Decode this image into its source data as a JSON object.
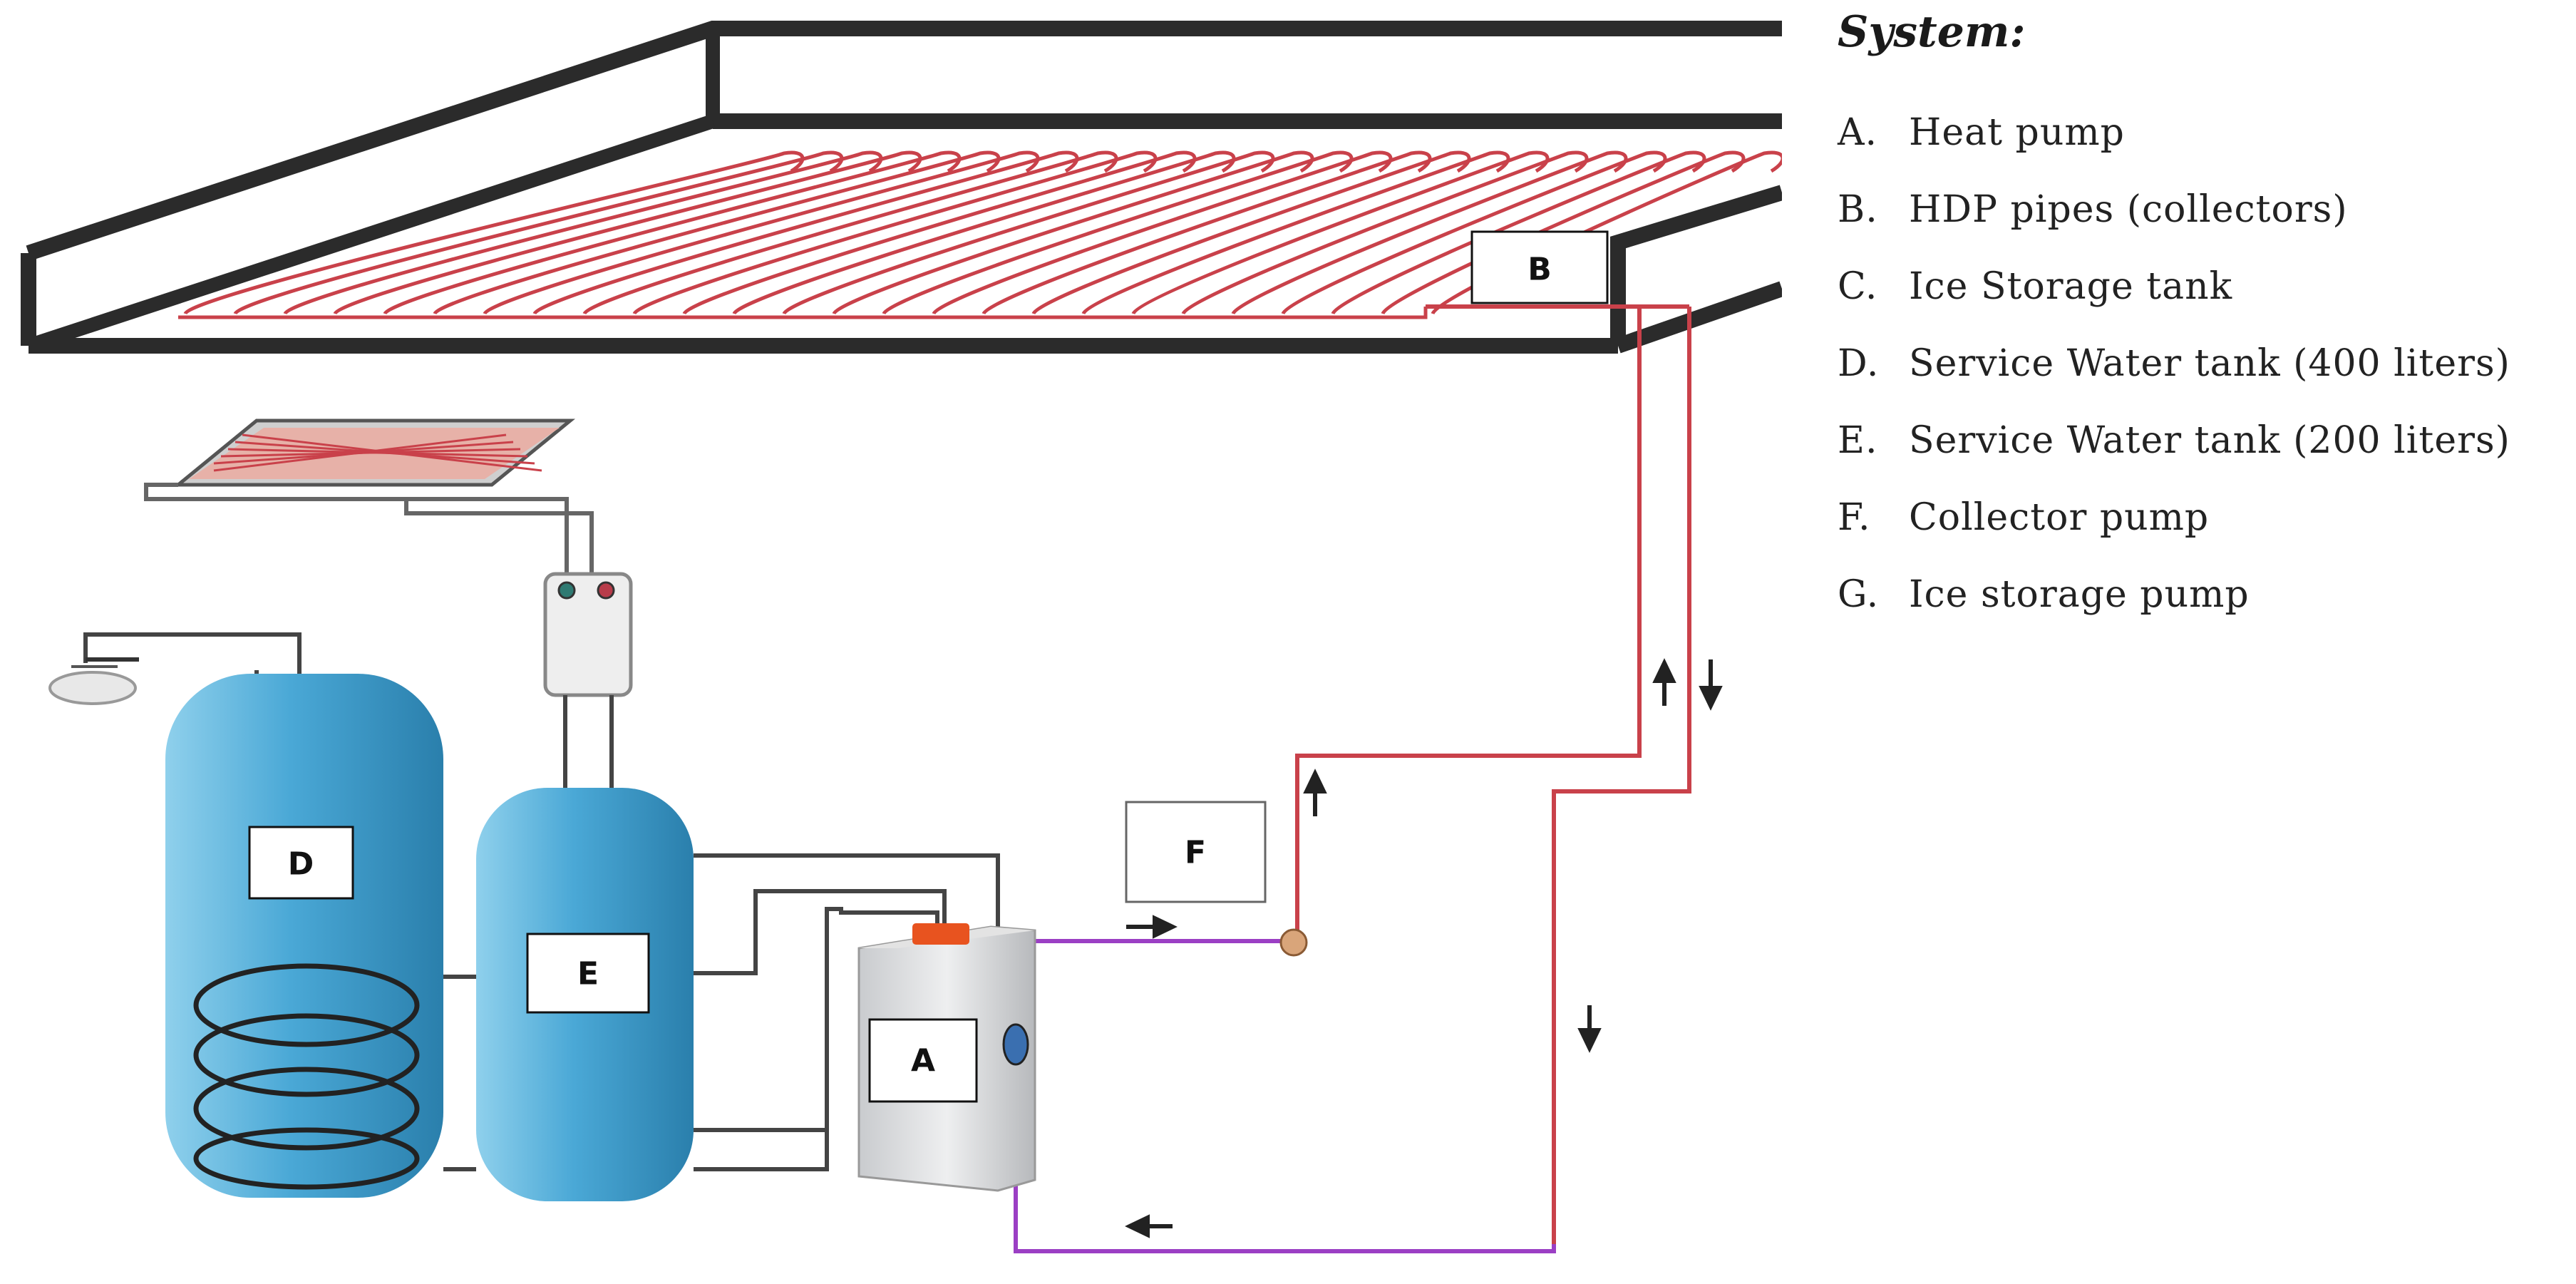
{
  "legend": {
    "title": "System:",
    "items": [
      {
        "letter": "A.",
        "label": "Heat pump"
      },
      {
        "letter": "B.",
        "label": "HDP pipes (collectors)"
      },
      {
        "letter": "C.",
        "label": "Ice Storage tank"
      },
      {
        "letter": "D.",
        "label": "Service Water tank (400 liters)"
      },
      {
        "letter": "E.",
        "label": "Service Water tank (200 liters)"
      },
      {
        "letter": "F.",
        "label": "Collector pump"
      },
      {
        "letter": "G.",
        "label": "Ice storage pump"
      }
    ]
  },
  "labels": {
    "a": "A",
    "b": "B",
    "d": "D",
    "e": "E",
    "f": "F"
  },
  "colors": {
    "collector_pipe": "#c9414a",
    "glycol_pipe": "#9b3fc4",
    "frame": "#2b2b2b",
    "tank_fill": "#3f9cc8",
    "water_pipe": "#444444",
    "heat_pump_body": "#d7d8da",
    "heat_pump_top": "#e8531f"
  }
}
